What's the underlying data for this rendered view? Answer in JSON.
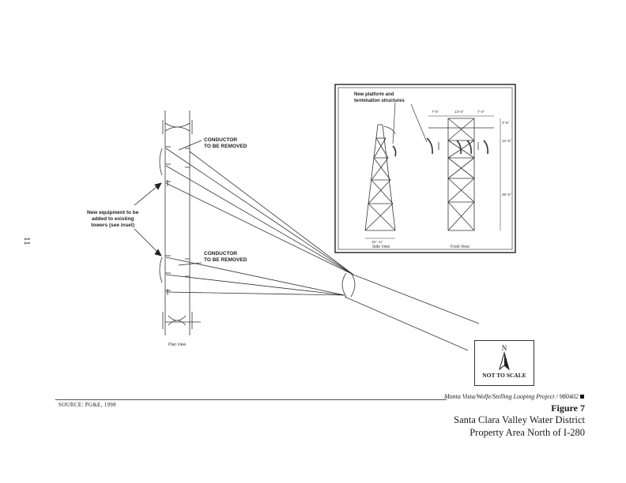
{
  "page_number": "11",
  "labels": {
    "conductor_top": "CONDUCTOR\nTO BE REMOVED",
    "conductor_bottom": "CONDUCTOR\nTO BE REMOVED",
    "new_equipment": "New equipment to be\nadded to existing\ntowers (see inset)",
    "plan_view": "Plan View"
  },
  "inset": {
    "title": "New platform and\ntermination structures",
    "side_view": "Side View",
    "front_view": "Front View",
    "dim_7_6": "7'-6\"",
    "dim_13_6": "13'-6\"",
    "dim_7_0": "7'-0\"",
    "dim_3_6": "3'-6\"",
    "dim_12_5": "12'-5\"",
    "dim_36_6": "36'-6\"",
    "dim_15_34": "15'- ¾\""
  },
  "north_arrow": {
    "letter": "N",
    "caption": "NOT TO SCALE"
  },
  "footer": {
    "source": "SOURCE:  PG&E, 1998",
    "project": "Monta Vista/Wolfe/Stelling Looping Project / 980402",
    "figure": "Figure 7",
    "agency": "Santa Clara Valley Water District",
    "area": "Property Area North of I-280"
  }
}
